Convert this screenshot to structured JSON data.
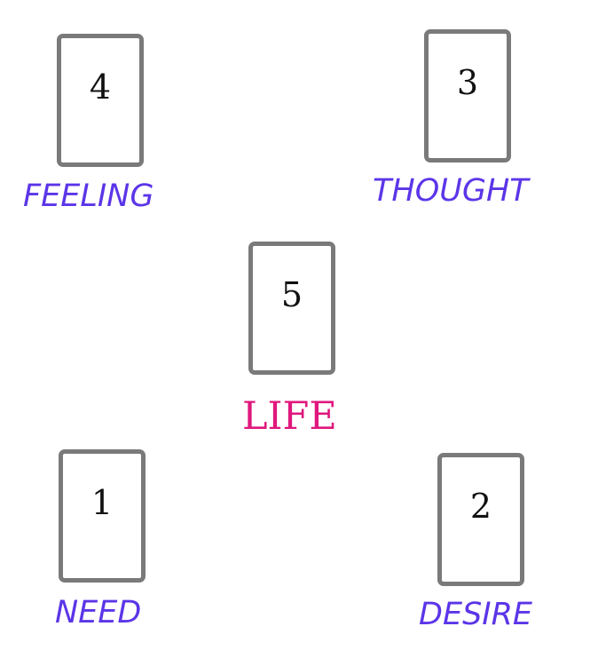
{
  "positions": [
    {
      "number": "4",
      "label": "FEELING"
    },
    {
      "number": "3",
      "label": "THOUGHT"
    },
    {
      "number": "5",
      "label": "LIFE"
    },
    {
      "number": "1",
      "label": "NEED"
    },
    {
      "number": "2",
      "label": "DESIRE"
    }
  ],
  "colors": {
    "card_border": "#7a7a7a",
    "label_primary": "#5b35e8",
    "label_center": "#e0177d"
  }
}
